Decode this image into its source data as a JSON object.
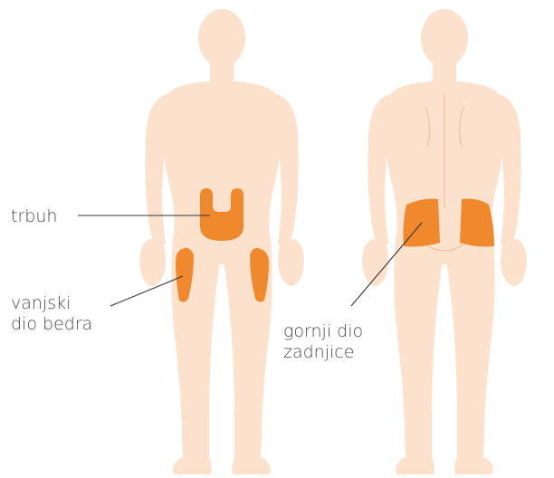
{
  "colors": {
    "body": "#fce1cd",
    "body_shade": "#f1c6a8",
    "injection_site": "#f0892e",
    "leader_line": "#333333",
    "label_text": "#4a4a4a"
  },
  "figures": [
    {
      "view": "front"
    },
    {
      "view": "back"
    }
  ],
  "labels": {
    "abdomen": "trbuh",
    "outer_thigh_line1": "vanjski",
    "outer_thigh_line2": "dio bedra",
    "upper_buttock_line1": "gornji dio",
    "upper_buttock_line2": "zadnjice"
  }
}
